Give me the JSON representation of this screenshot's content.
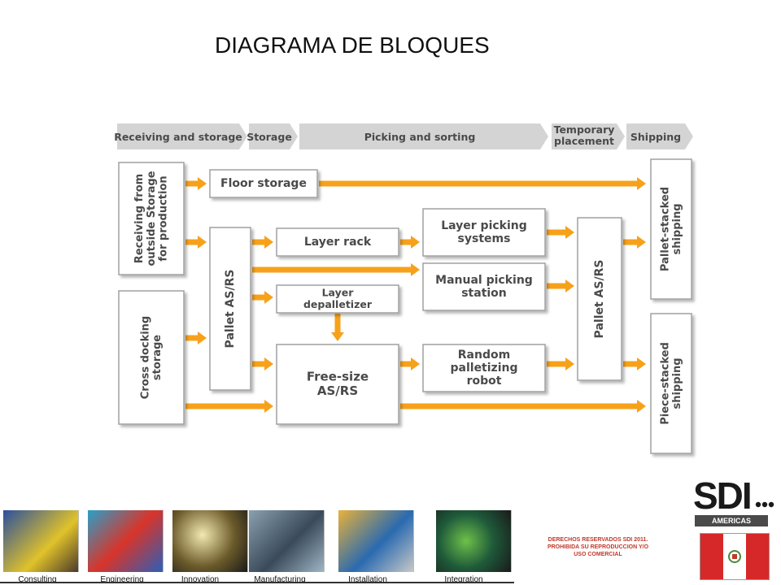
{
  "title": "DIAGRAMA DE BLOQUES",
  "header_stages": [
    {
      "id": "h1",
      "label": "Receiving and storage"
    },
    {
      "id": "h2",
      "label": "Storage"
    },
    {
      "id": "h3",
      "label": "Picking and sorting"
    },
    {
      "id": "h4",
      "label": "Temporary placement"
    },
    {
      "id": "h5",
      "label": "Shipping"
    }
  ],
  "blocks": [
    {
      "id": "receiving",
      "label": "Receiving from outside Storage for production"
    },
    {
      "id": "cross_docking",
      "label": "Cross docking storage"
    },
    {
      "id": "floor_storage",
      "label": "Floor storage"
    },
    {
      "id": "pallet_asrs_1",
      "label": "Pallet AS/RS"
    },
    {
      "id": "layer_rack",
      "label": "Layer rack"
    },
    {
      "id": "layer_depalletizer",
      "label": "Layer depalletizer"
    },
    {
      "id": "free_size_asrs",
      "label": "Free-size AS/RS"
    },
    {
      "id": "layer_picking",
      "label": "Layer picking systems"
    },
    {
      "id": "manual_picking",
      "label": "Manual picking station"
    },
    {
      "id": "random_robot",
      "label": "Random palletizing robot"
    },
    {
      "id": "pallet_asrs_2",
      "label": "Pallet AS/RS"
    },
    {
      "id": "pallet_stacked",
      "label": "Pallet-stacked shipping"
    },
    {
      "id": "piece_stacked",
      "label": "Piece-stacked shipping"
    }
  ],
  "footer": {
    "tiles": [
      "Consulting",
      "Engineering",
      "Innovation",
      "Manufacturing",
      "Installation",
      "Integration"
    ],
    "rights": "DERECHOS RESERVADOS SDI 2011. PROHIBIDA SU REPRODUCCION Y/O USO COMERCIAL",
    "logo_text": "SDI",
    "logo_sub": "AMERICAS"
  },
  "colors": {
    "arrow": "#f7a11a",
    "box_fill": "#ffffff",
    "box_border": "#a0a0a0",
    "header_fill": "#d4d4d4",
    "text": "#4a4a4a",
    "flag_red": "#d62828",
    "rights_text": "#c0392b"
  }
}
